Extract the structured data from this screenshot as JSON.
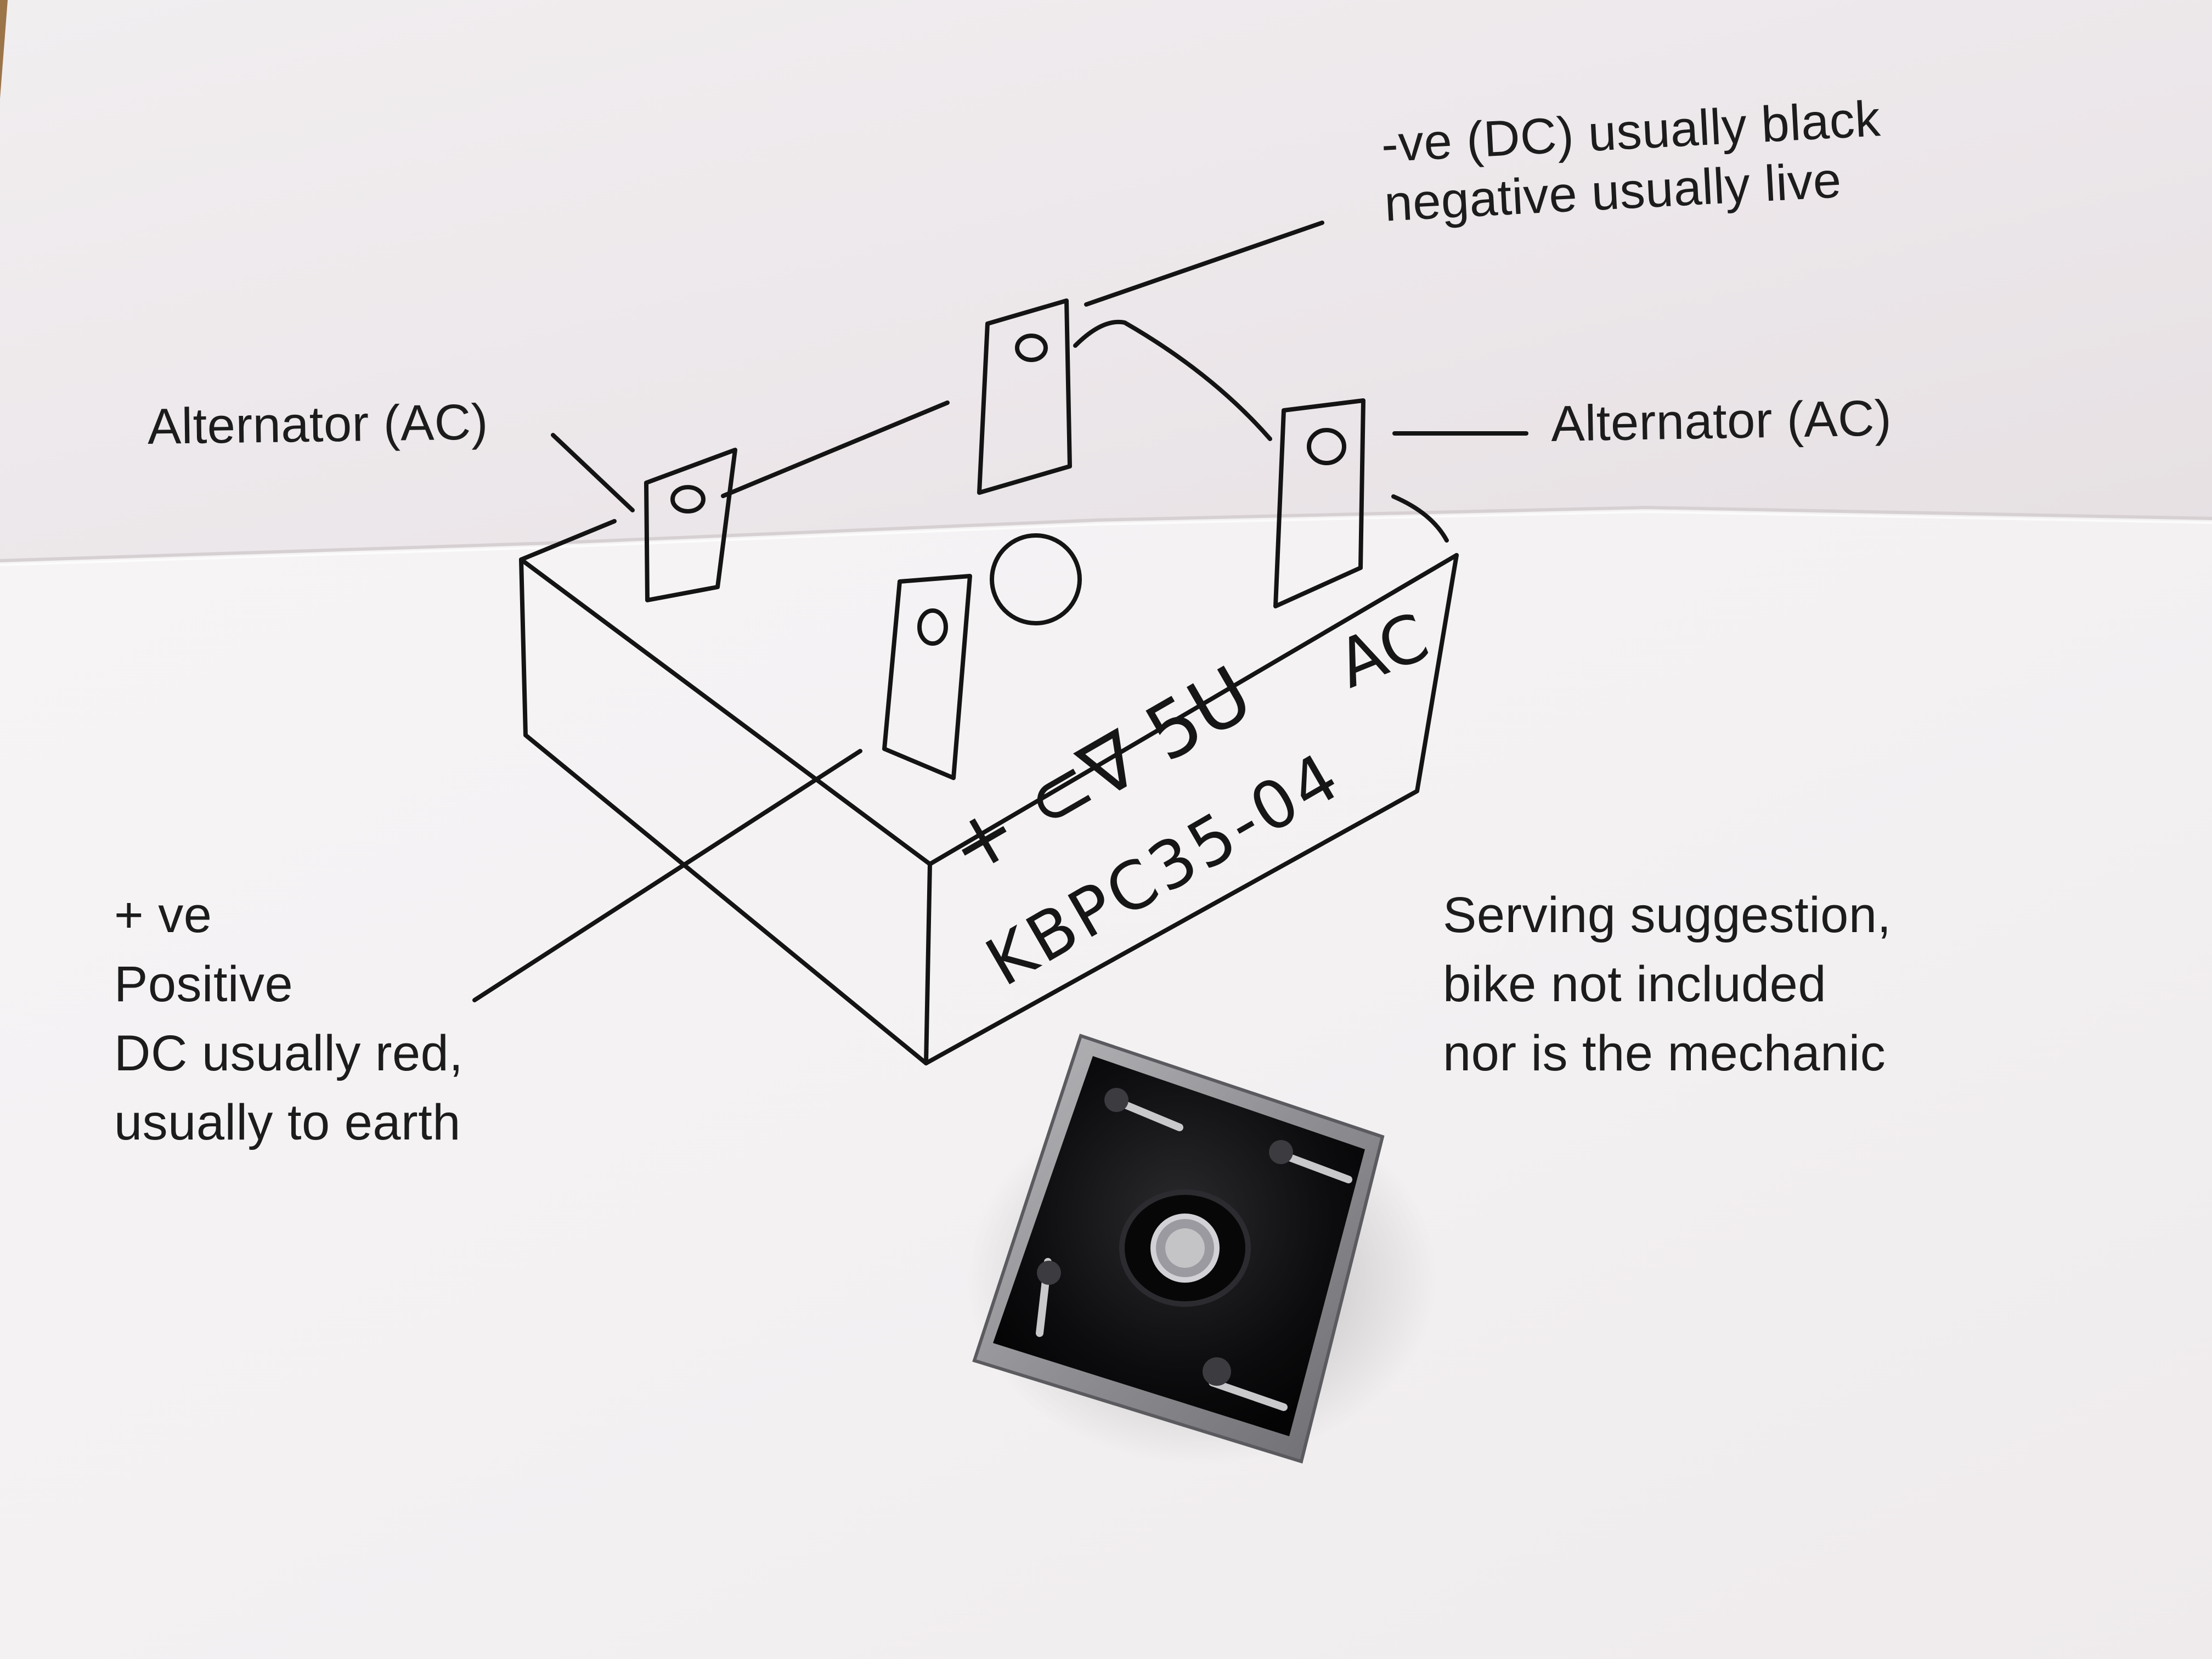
{
  "photo": {
    "labels": {
      "alternator_left": "Alternator (AC)",
      "alternator_right": "Alternator (AC)",
      "negative_line1": "-ve (DC) usually black",
      "negative_line2": "negative usually live",
      "positive_line1": "+ ve",
      "positive_line2": "Positive",
      "positive_line3": "DC usually red,",
      "positive_line4": "usually to earth",
      "serving_line1": "Serving suggestion,",
      "serving_line2": "bike not included",
      "serving_line3": "nor is the mechanic"
    },
    "handwriting": {
      "ac_mark": "AC",
      "symbols": "+ ⊂∇ 5U",
      "part_number": "KBPC35-04"
    }
  }
}
